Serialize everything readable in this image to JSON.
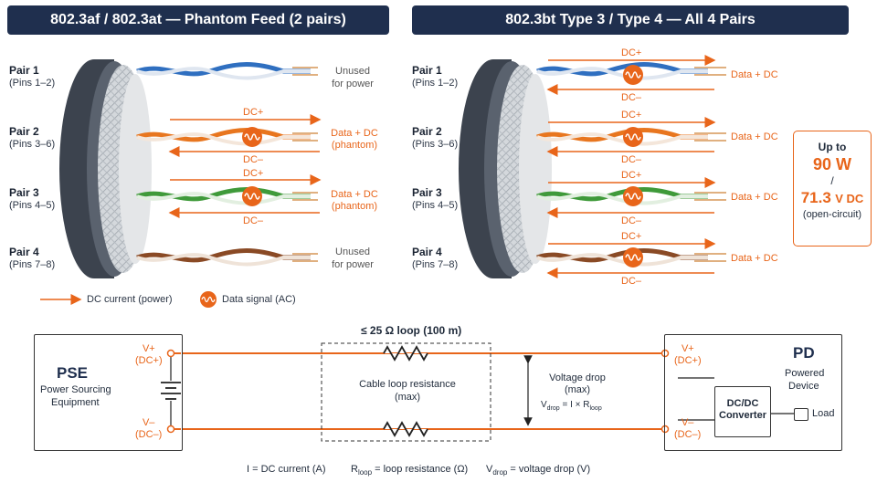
{
  "left_title": "802.3af / 802.3at — Phantom Feed (2 pairs)",
  "right_title": "802.3bt Type 3 / Type 4 — All 4 Pairs",
  "pairs": [
    {
      "name": "Pair 1",
      "pins": "(Pins 1–2)"
    },
    {
      "name": "Pair 2",
      "pins": "(Pins 3–6)"
    },
    {
      "name": "Pair 3",
      "pins": "(Pins 4–5)"
    },
    {
      "name": "Pair 4",
      "pins": "(Pins 7–8)"
    }
  ],
  "left_notes": {
    "unused_1": "Unused",
    "unused_2": "for power",
    "data_dc": "Data + DC",
    "phantom": "(phantom)"
  },
  "right_note": "Data + DC",
  "dc_plus": "DC+",
  "dc_minus": "DC–",
  "power": {
    "up_to": "Up to",
    "watts": "90 W",
    "slash": "/",
    "volts": "71.3",
    "volts_unit": "V DC",
    "open_circuit": "(open-circuit)"
  },
  "legend": {
    "dc": "DC current (power)",
    "data": "Data signal (AC)"
  },
  "circuit": {
    "pse_title": "PSE",
    "pse_sub1": "Power Sourcing",
    "pse_sub2": "Equipment",
    "vplus": "V+",
    "dcplus": "(DC+)",
    "vminus": "V–",
    "dcminus": "(DC–)",
    "loop_label": "≤ 25  Ω loop (100 m)",
    "cable_line1": "Cable loop resistance",
    "cable_line2": "(max)",
    "vdrop_line1": "Voltage drop",
    "vdrop_line2": "(max)",
    "vdrop_formula_v": "V",
    "vdrop_formula_sub": "drop",
    "vdrop_formula_mid": " = I × R",
    "vdrop_formula_sub2": "loop",
    "pd_title": "PD",
    "pd_sub1": "Powered",
    "pd_sub2": "Device",
    "dcdc_line1": "DC/DC",
    "dcdc_line2": "Converter",
    "load": "Load"
  },
  "footer": {
    "i_def": "I = DC current (A)",
    "r_main": "R",
    "r_sub": "loop",
    "r_def": " = loop resistance (Ω)",
    "v_main": "V",
    "v_sub": "drop",
    "v_def": " = voltage drop (V)"
  },
  "colors": {
    "banner": "#1f2f4e",
    "orange": "#e8651a",
    "blue": "#2f6fc0",
    "orange_wire": "#e8761f",
    "green": "#3f9a3a",
    "brown": "#8a4a25",
    "jacket": "#4a5260"
  }
}
